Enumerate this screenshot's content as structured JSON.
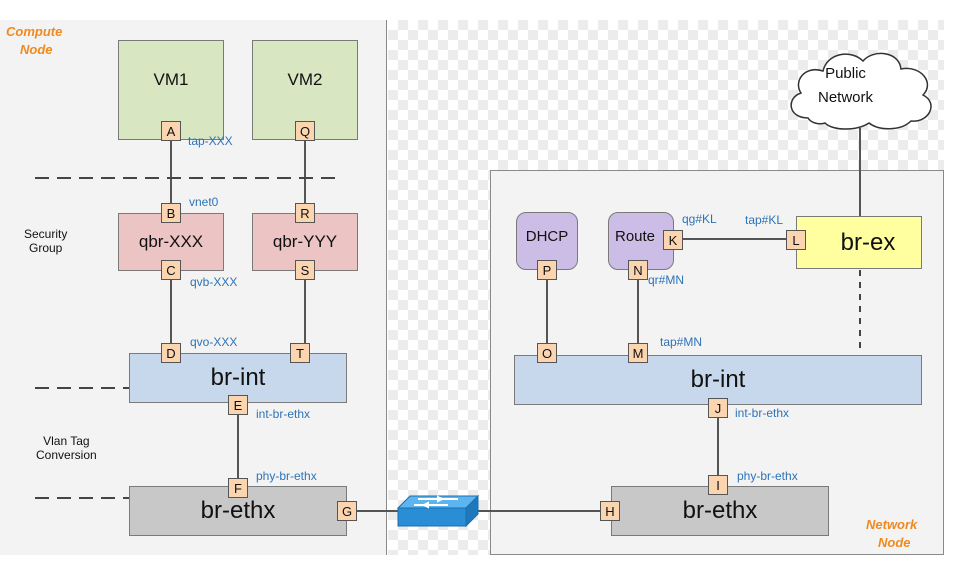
{
  "compute_node": {
    "line1": "Compute",
    "line2": "Node"
  },
  "network_node": {
    "line1": "Network",
    "line2": "Node"
  },
  "vms": {
    "vm1": "VM1",
    "vm2": "VM2"
  },
  "bridges": {
    "qbr_xxx": "qbr-XXX",
    "qbr_yyy": "qbr-YYY",
    "br_int_compute": "br-int",
    "br_ethx_compute": "br-ethx",
    "br_int_network": "br-int",
    "br_ethx_network": "br-ethx",
    "br_ex": "br-ex"
  },
  "namespaces": {
    "dhcp": "DHCP",
    "router": "Route"
  },
  "cloud": {
    "line1": "Public",
    "line2": "Network"
  },
  "side_labels": {
    "security_group": {
      "line1": "Security",
      "line2": "Group"
    },
    "vlan_tag": {
      "line1": "Vlan Tag",
      "line2": "Conversion"
    }
  },
  "ports": {
    "A": "A",
    "B": "B",
    "C": "C",
    "D": "D",
    "E": "E",
    "F": "F",
    "G": "G",
    "H": "H",
    "I": "I",
    "J": "J",
    "K": "K",
    "L": "L",
    "M": "M",
    "N": "N",
    "O": "O",
    "P": "P",
    "Q": "Q",
    "R": "R",
    "S": "S",
    "T": "T"
  },
  "interface_labels": {
    "tap_xxx": "tap-XXX",
    "vnet0": "vnet0",
    "qvb_xxx": "qvb-XXX",
    "qvo_xxx": "qvo-XXX",
    "int_br_ethx_compute": "int-br-ethx",
    "phy_br_ethx_compute": "phy-br-ethx",
    "qg_kl": "qg#KL",
    "tap_kl": "tap#KL",
    "qr_mn": "qr#MN",
    "tap_mn": "tap#MN",
    "int_br_ethx_network": "int-br-ethx",
    "phy_br_ethx_network": "phy-br-ethx"
  },
  "colors": {
    "vm_fill": "#d8e6c2",
    "qbr_fill": "#ecc4c4",
    "br_int_fill": "#c7d8ec",
    "br_ethx_fill": "#c8c8c8",
    "br_ex_fill": "#ffff9f",
    "namespace_fill": "#cbbde6",
    "port_fill": "#fbd5b0",
    "label_blue": "#2e73b8",
    "node_title": "#f08a1e",
    "switch_blue": "#2a8ed6"
  }
}
